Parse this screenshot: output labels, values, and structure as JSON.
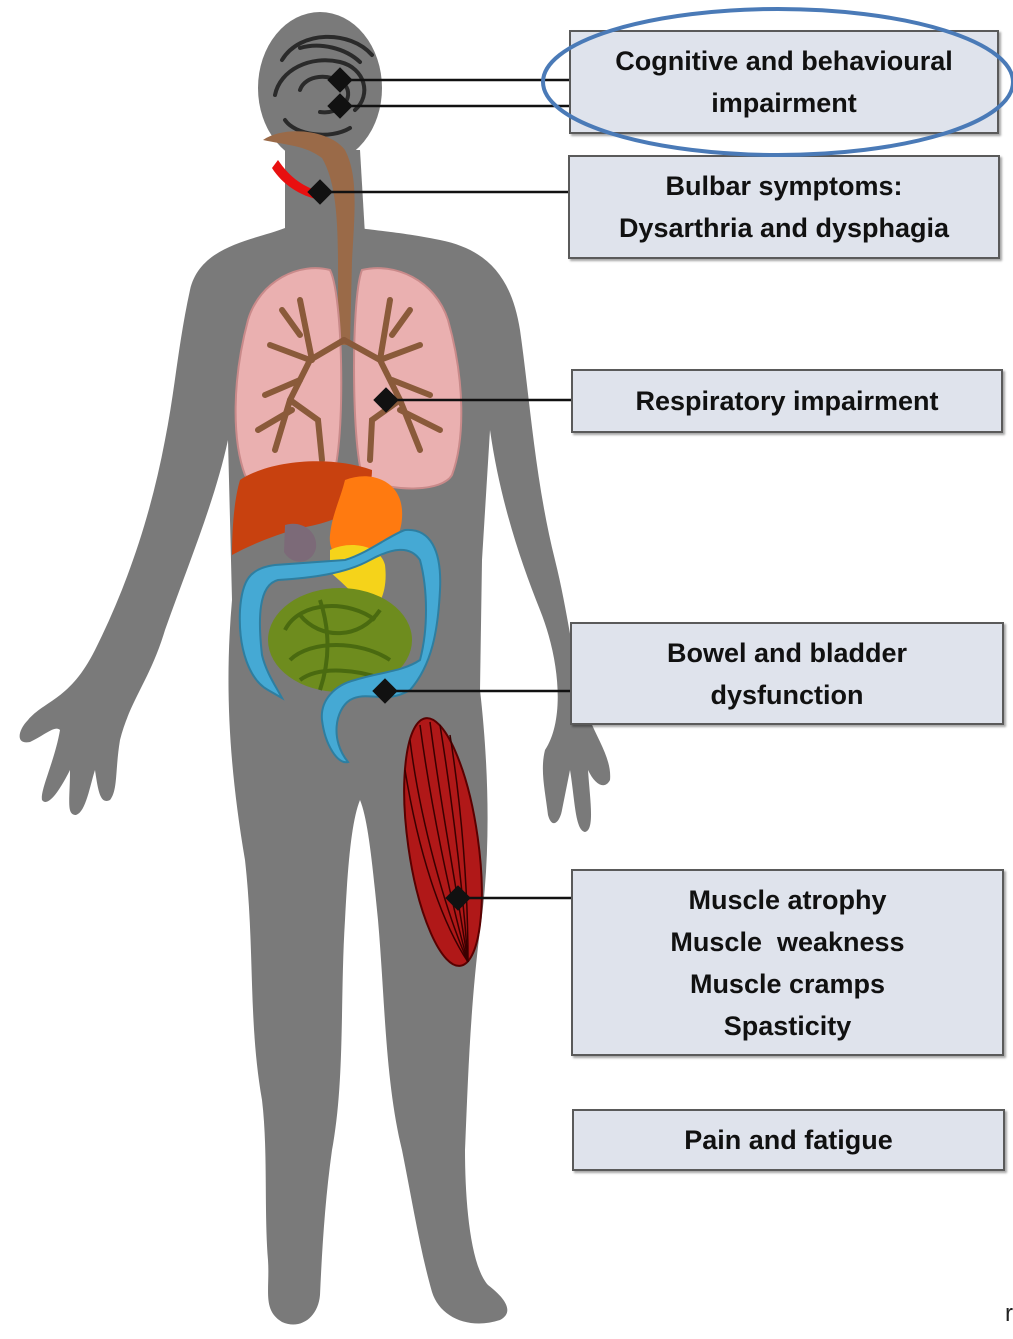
{
  "colors": {
    "silhouette": "#7a7a7a",
    "box_fill": "#dfe3ec",
    "box_border": "#5a5a5a",
    "highlight_ellipse": "#4a7ab7",
    "lungs": "#eab0b0",
    "bronchi": "#8a5a3a",
    "esophagus": "#9a6a48",
    "liver": "#c8410f",
    "stomach": "#ff7a10",
    "large_intestine": "#45a9d4",
    "small_intestine": "#6e8c1e",
    "muscle": "#b01818",
    "throat_highlight": "#e81010"
  },
  "labels": {
    "cognitive": [
      "Cognitive and behavioural",
      "impairment"
    ],
    "bulbar": [
      "Bulbar symptoms:",
      "Dysarthria and dysphagia"
    ],
    "respiratory": [
      "Respiratory impairment"
    ],
    "bowel": [
      "Bowel and bladder",
      "dysfunction"
    ],
    "muscle": [
      "Muscle atrophy",
      "Muscle  weakness",
      "Muscle cramps",
      "Spasticity"
    ],
    "pain": [
      "Pain and fatigue"
    ]
  },
  "highlighted_label": "cognitive",
  "corner_mark": "r"
}
